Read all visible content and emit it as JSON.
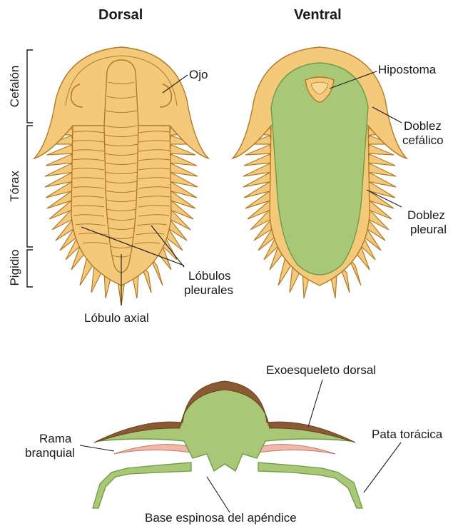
{
  "headers": {
    "dorsal": "Dorsal",
    "ventral": "Ventral"
  },
  "sections": {
    "cephalon": "Cefalón",
    "thorax": "Tórax",
    "pygidium": "Pigidio"
  },
  "labels": {
    "eye": "Ojo",
    "pleural_lobes_1": "Lóbulos",
    "pleural_lobes_2": "pleurales",
    "axial_lobe": "Lóbulo axial",
    "hypostome": "Hipostoma",
    "cephalic_doublure_1": "Doblez",
    "cephalic_doublure_2": "cefálico",
    "pleural_doublure_1": "Doblez",
    "pleural_doublure_2": "pleural",
    "dorsal_exoskeleton": "Exoesqueleto dorsal",
    "gill_branch_1": "Rama",
    "gill_branch_2": "branquial",
    "thoracic_leg": "Pata torácica",
    "spiny_base": "Base espinosa del apéndice"
  },
  "colors": {
    "shell": "#f5c97a",
    "shell_outline": "#b07a2a",
    "ventral_green": "#a8c878",
    "green_outline": "#6f9a45",
    "dorsal_brown": "#8a5a32",
    "gill_pink": "#f0b8a8"
  }
}
